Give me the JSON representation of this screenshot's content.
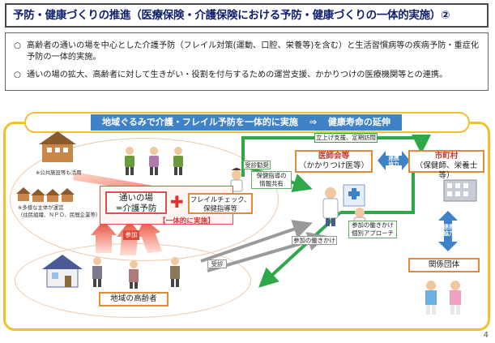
{
  "title": "予防・健康づくりの推進（医療保険・介護保険における予防・健康づくりの一体的実施）②",
  "notes": [
    {
      "bullet": "○",
      "text": "高齢者の通いの場を中心とした介護予防（フレイル対策(運動、口腔、栄養等)を含む）と生活習慣病等の疾病予防・重症化予防の一体的実施。"
    },
    {
      "bullet": "○",
      "text": "通いの場の拡大、高齢者に対して生きがい・役割を付与するための運営支援、かかりつけの医療機関等との連携。"
    }
  ],
  "banner": {
    "left": "地域ぐるみで介護・フレイル予防を一体的に実施",
    "arrow": "⇒",
    "right": "健康寿命の延伸"
  },
  "left": {
    "facility_caption": "※公共施設等も活用",
    "diverse_caption_1": "※多様な主体が運営",
    "diverse_caption_2": "（住民組織、ＮＰＯ、民間企業等）"
  },
  "center": {
    "kayoi_line1": "通いの場",
    "kayoi_line2": "=介護予防",
    "plus": "✚",
    "frail_line1": "フレイルチェック、",
    "frail_line2": "保健指導等",
    "integrated": "【一体的に実施】",
    "participate": "参加",
    "jushin_kanshou": "受診勧奨",
    "hoken_kyoyu_1": "保健指導の",
    "hoken_kyoyu_2": "情報共有",
    "jushin": "受診",
    "sanka_hatarakikake": "参加の働きかけ",
    "kobetsu_1": "参加の働きかけ",
    "kobetsu_2": "個別アプローチ",
    "elders": "地域の高齢者"
  },
  "right": {
    "tachiage": "立上げ支援、定期訪問",
    "ishikai_1": "医師会等",
    "ishikai_2": "（かかりつけ医等）",
    "renkei_1": "連携",
    "renkei_2": "協力",
    "city_1": "市町村",
    "city_2": "（保健師、栄養士等）",
    "kankei": "関係団体"
  },
  "page_number": "4",
  "colors": {
    "title_text": "#0d1f6b",
    "banner_blue": "#3f82c8",
    "frame_yellow": "#f0c030",
    "red": "#e03030",
    "orange": "#e08a3a",
    "green": "#2fa84a",
    "gray": "#9a9a9a"
  }
}
